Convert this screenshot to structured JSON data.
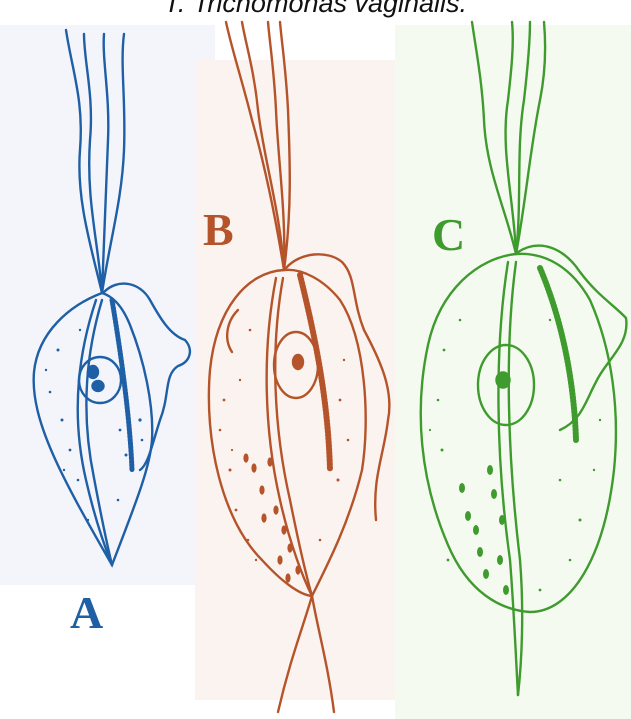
{
  "figure": {
    "caption": "T. Trichomonas vaginalis.",
    "colors": {
      "panel_a": "#1e5fa6",
      "panel_b": "#b5542a",
      "panel_c": "#3f9b2e",
      "background_left": "#f3f5fb",
      "background_mid": "#fbf3ef",
      "background_right": "#f5faf1"
    },
    "panels": [
      {
        "label": "A",
        "color": "#1e5fa6"
      },
      {
        "label": "B",
        "color": "#b5542a"
      },
      {
        "label": "C",
        "color": "#3f9b2e"
      }
    ]
  }
}
